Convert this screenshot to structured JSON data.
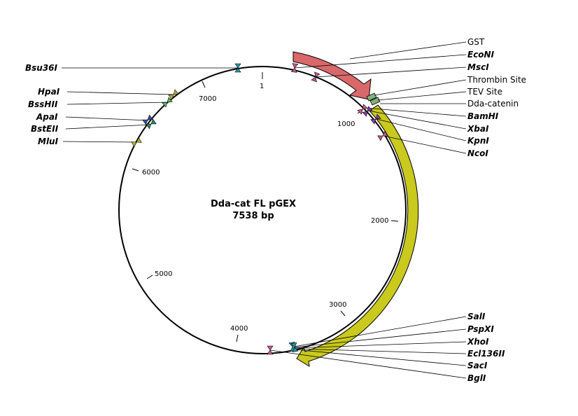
{
  "plasmid": {
    "name": "Dda-cat FL pGEX",
    "size_label": "7538 bp"
  },
  "ticks": [
    "1",
    "1000",
    "2000",
    "3000",
    "4000",
    "5000",
    "6000",
    "7000"
  ],
  "features": [
    {
      "label": "GST",
      "color": "#d9686a"
    },
    {
      "label": "Thrombin Site",
      "color": "#7fb07a"
    },
    {
      "label": "TEV Site",
      "color": "#7fb07a"
    },
    {
      "label": "Dda-catenin",
      "color": "#c9c91e"
    }
  ],
  "sites_left": [
    {
      "label": "Bsu36I",
      "icon": "site-marker-teal"
    },
    {
      "label": "HpaI",
      "icon": "site-marker-olive"
    },
    {
      "label": "BssHII",
      "icon": "site-marker-green"
    },
    {
      "label": "ApaI",
      "icon": "site-marker-blue"
    },
    {
      "label": "BstEII",
      "icon": "site-marker-green"
    },
    {
      "label": "MluI",
      "icon": "site-marker-olive"
    }
  ],
  "sites_right_top": [
    {
      "label": "EcoNI",
      "icon": "site-marker-magenta"
    },
    {
      "label": "MscI",
      "icon": "site-marker-magenta"
    }
  ],
  "sites_right_mid": [
    {
      "label": "BamHI",
      "icon": "site-marker-magenta"
    },
    {
      "label": "XbaI",
      "icon": "site-marker-purple"
    },
    {
      "label": "KpnI",
      "icon": "site-marker-purple"
    },
    {
      "label": "NcoI",
      "icon": "site-marker-magenta"
    }
  ],
  "sites_right_bottom": [
    {
      "label": "SalI",
      "icon": "site-marker-teal"
    },
    {
      "label": "PspXI",
      "icon": "site-marker-teal"
    },
    {
      "label": "XhoI",
      "icon": "site-marker-teal"
    },
    {
      "label": "Ecl136II",
      "icon": "site-marker-teal"
    },
    {
      "label": "SacI",
      "icon": "site-marker-teal"
    },
    {
      "label": "BglI",
      "icon": "site-marker-magenta"
    }
  ]
}
